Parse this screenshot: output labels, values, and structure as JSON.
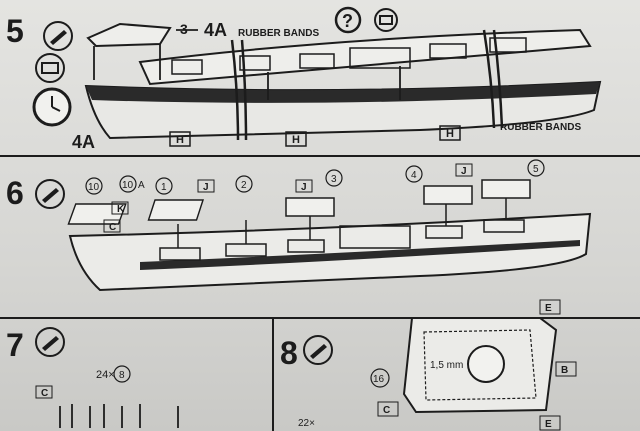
{
  "steps": {
    "s5": {
      "number": "5",
      "part3": "3",
      "part4a_top": "4A",
      "part4a_side": "4A",
      "rubber_top": "RUBBER BANDS",
      "rubber_bottom": "RUBBER BANDS",
      "question": "?",
      "glue_tag": "H"
    },
    "s6": {
      "number": "6",
      "c10": "10",
      "c10a": "10",
      "c10a_suffix": "A",
      "c1": "1",
      "c2": "2",
      "c3": "3",
      "c4": "4",
      "c5": "5",
      "tag_j": "J",
      "tag_k": "K",
      "tag_c": "C"
    },
    "s7": {
      "number": "7",
      "qty": "24×",
      "c8": "8",
      "tag_c": "C"
    },
    "s8": {
      "number": "8",
      "dim": "1,5 mm",
      "c16": "16",
      "tag_e": "E",
      "tag_b": "B",
      "tag_c": "C",
      "qty": "22×"
    }
  },
  "colors": {
    "ink": "#1c1c1c",
    "paper": "#dcdcd9"
  }
}
